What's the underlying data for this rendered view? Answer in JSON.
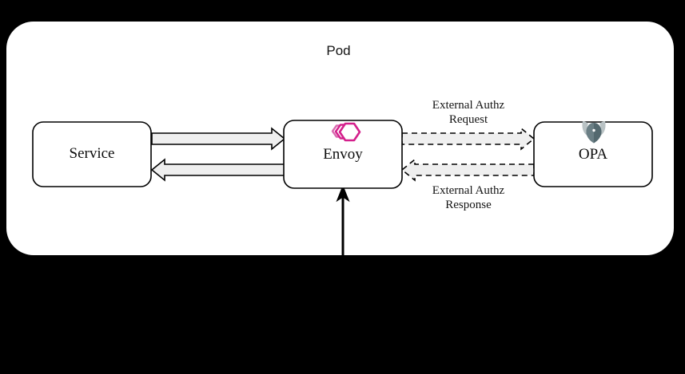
{
  "diagram": {
    "title": "Pod",
    "background_color": "#000000",
    "container": {
      "name": "Pod",
      "label": "Pod",
      "fill": "#ffffff",
      "shape": "rounded-rectangle"
    },
    "nodes": [
      {
        "id": "service",
        "label": "Service",
        "icon": null,
        "fill": "#ffffff",
        "stroke": "#000000"
      },
      {
        "id": "envoy",
        "label": "Envoy",
        "icon": "envoy-hexagon-logo",
        "icon_color": "#D4208C",
        "fill": "#ffffff",
        "stroke": "#000000"
      },
      {
        "id": "opa",
        "label": "OPA",
        "icon": "opa-helmet-logo",
        "icon_color": "#5B7078",
        "fill": "#ffffff",
        "stroke": "#000000"
      }
    ],
    "edges": [
      {
        "id": "service-to-envoy",
        "from": "service",
        "to": "envoy",
        "style": "solid-block-arrow",
        "direction": "right",
        "label": ""
      },
      {
        "id": "envoy-to-service",
        "from": "envoy",
        "to": "service",
        "style": "solid-block-arrow",
        "direction": "left",
        "label": ""
      },
      {
        "id": "envoy-to-opa",
        "from": "envoy",
        "to": "opa",
        "style": "dashed-block-arrow",
        "direction": "right",
        "label": "External Authz\nRequest",
        "label_line1": "External Authz",
        "label_line2": "Request"
      },
      {
        "id": "opa-to-envoy",
        "from": "opa",
        "to": "envoy",
        "style": "dashed-block-arrow",
        "direction": "left",
        "label": "External Authz\nResponse",
        "label_line1": "External Authz",
        "label_line2": "Response"
      },
      {
        "id": "inbound-traffic",
        "from": "external",
        "to": "envoy",
        "style": "solid-line-arrow",
        "direction": "up",
        "label": ""
      }
    ],
    "labels": {
      "authz_request_line1": "External Authz",
      "authz_request_line2": "Request",
      "authz_response_line1": "External Authz",
      "authz_response_line2": "Response"
    },
    "colors": {
      "arrow_fill": "#efefef",
      "arrow_stroke": "#000000",
      "node_stroke": "#000000",
      "envoy_pink": "#D4208C",
      "opa_gray_dark": "#54696F",
      "opa_gray_light": "#B4BDBF"
    }
  }
}
